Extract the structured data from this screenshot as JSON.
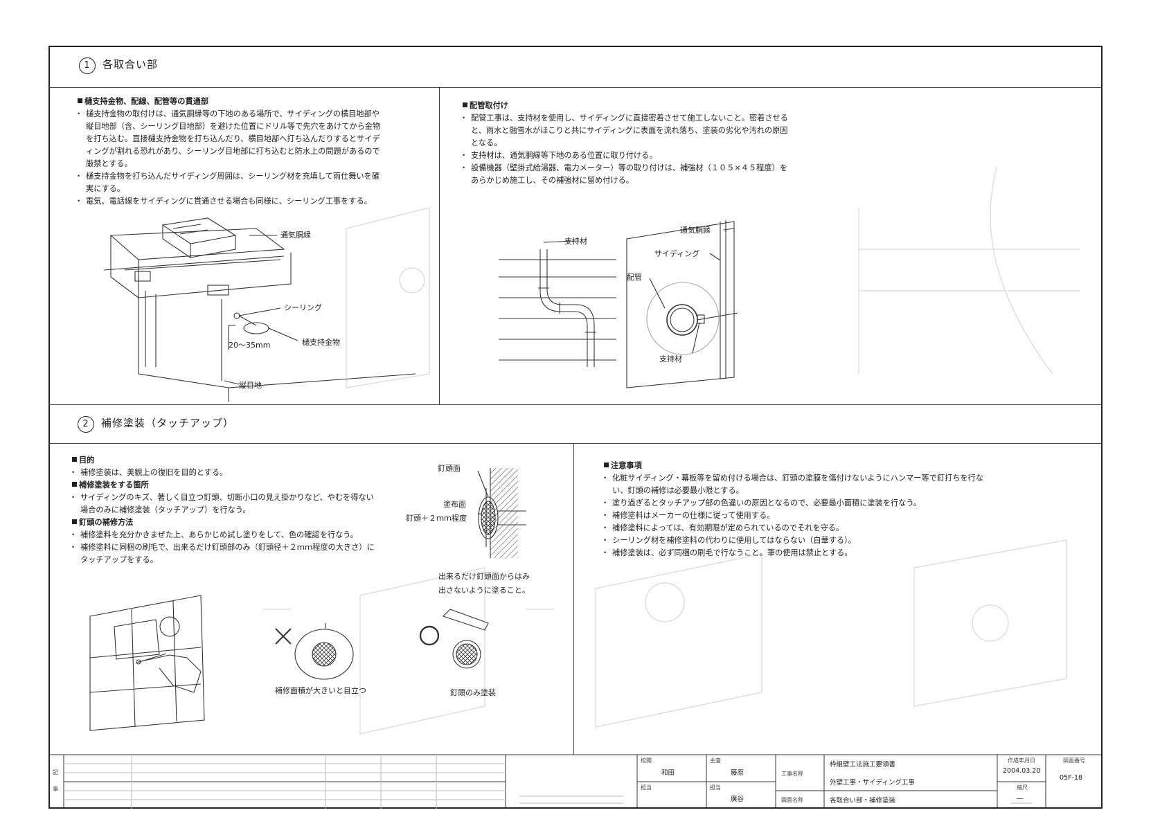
{
  "section1": {
    "number": "1",
    "title": "各取合い部",
    "left": {
      "heading": "樋支持金物、配線、配管等の貫通部",
      "items": [
        "樋支持金物の取付けは、通気胴縁等の下地のある場所で、サイディングの横目地部や縦目地部（含、シーリング目地部）を避けた位置にドリル等で先穴をあけてから金物を打ち込む。直接樋支持金物を打ち込んだり、横目地部へ打ち込んだりするとサイディングが割れる恐れがあり、シーリング目地部に打ち込むと防水上の問題があるので厳禁とする。",
        "樋支持金物を打ち込んだサイディング周囲は、シーリング材を充填して雨仕舞いを確実にする。",
        "電気、電話線をサイディングに貫通させる場合も同様に、シーリング工事をする。"
      ],
      "labels": {
        "furring": "通気胴縁",
        "sealing": "シーリング",
        "dim": "20～35mm",
        "gutter_bracket": "樋支持金物",
        "vertical_joint": "縦目地"
      }
    },
    "right": {
      "heading": "配管取付け",
      "items": [
        "配管工事は、支持材を使用し、サイディングに直接密着させて施工しないこと。密着させると、雨水と融雪水がほこりと共にサイディングに表面を流れ落ち、塗装の劣化や汚れの原因となる。",
        "支持材は、通気胴縁等下地のある位置に取り付ける。",
        "設備機器（壁掛式給湯器、電力メーター）等の取り付けは、補強材（１０５×４５程度）をあらかじめ施工し、その補強材に留め付ける。"
      ],
      "labels": {
        "support_left": "支持材",
        "furring": "通気胴縁",
        "siding": "サイディング",
        "pipe": "配管",
        "support_right": "支持材"
      }
    }
  },
  "section2": {
    "number": "2",
    "title": "補修塗装（タッチアップ）",
    "left": {
      "blocks": [
        {
          "heading": "目的",
          "items": [
            "補修塗装は、美観上の復旧を目的とする。"
          ]
        },
        {
          "heading": "補修塗装をする箇所",
          "items": [
            "サイディングのキズ、著しく目立つ釘頭、切断小口の見え掛かりなど、やむを得ない場合のみに補修塗装（タッチアップ）を行なう。"
          ]
        },
        {
          "heading": "釘頭の補修方法",
          "items": [
            "補修塗料を充分かきまぜた上、あらかじめ試し塗りをして、色の確認を行なう。",
            "補修塗料に同梱の刷毛で、出来るだけ釘頭部のみ（釘頭径＋２ｍｍ程度の大きさ）にタッチアップをする。"
          ]
        }
      ],
      "labels": {
        "nail_face": "釘頭面",
        "paint_face": "塗布面",
        "paint_size": "釘頭＋２ｍｍ程度",
        "note_line1": "出来るだけ釘頭面からはみ",
        "note_line2": "出さないように塗ること。",
        "bad_mark": "×",
        "good_mark": "○",
        "bad_caption": "補修面積が大きいと目立つ",
        "good_caption": "釘頭のみ塗装"
      }
    },
    "right": {
      "heading": "注意事項",
      "items": [
        "化粧サイディング・幕板等を留め付ける場合は、釘頭の塗膜を傷付けないようにハンマー等で釘打ちを行ない、釘頭の補修は必要最小限とする。",
        "塗り過ぎるとタッチアップ部の色違いの原因となるので、必要最小面積に塗装を行なう。",
        "補修塗料はメーカーの仕様に従って使用する。",
        "補修塗料によっては、有効期限が定められているのでそれを守る。",
        "シーリング材を補修塗料の代わりに使用してはならない（白華する）。",
        "補修塗装は、必ず同梱の刷毛で行なうこと。筆の使用は禁止とする。"
      ]
    }
  },
  "title_block": {
    "remarks_label": "記事",
    "check_label": "校閲",
    "check_name": "和田",
    "chief_label": "主査",
    "chief_name": "藤原",
    "charge_label1": "担当",
    "charge_label2": "担当",
    "charge_name": "廣谷",
    "project_label": "工事名称",
    "project_line1": "枠組壁工法施工要領書",
    "project_line2": "外壁工事・サイディング工事",
    "drawing_label": "図面名称",
    "drawing_name": "各取合い部・補修塗装",
    "date_label": "作成年月日",
    "date_value": "2004.03.20",
    "scale_label": "縮尺",
    "scale_value": "―",
    "number_label": "図面番号",
    "number_value": "05F-18"
  }
}
